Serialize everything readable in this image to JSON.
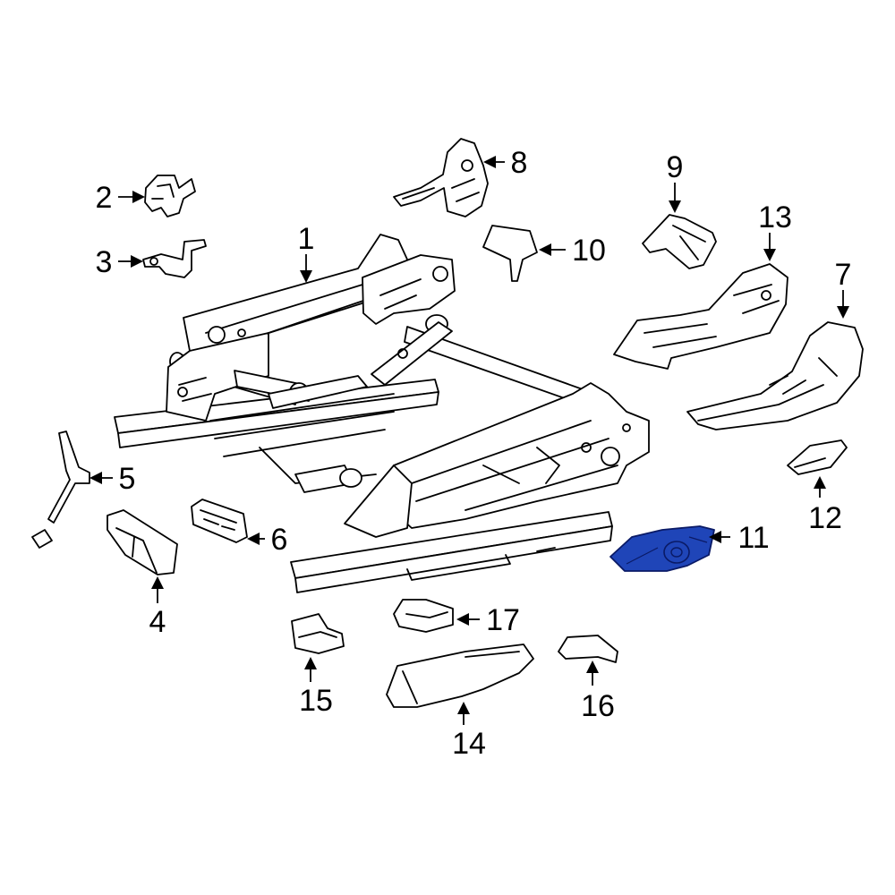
{
  "colors": {
    "line": "#000000",
    "background": "#ffffff",
    "highlight_fill": "#1f45b8",
    "highlight_edge": "#0a1a66"
  },
  "highlighted_part": "11",
  "callouts": [
    {
      "id": "c1",
      "label": "1"
    },
    {
      "id": "c2",
      "label": "2"
    },
    {
      "id": "c3",
      "label": "3"
    },
    {
      "id": "c4",
      "label": "4"
    },
    {
      "id": "c5",
      "label": "5"
    },
    {
      "id": "c6",
      "label": "6"
    },
    {
      "id": "c7",
      "label": "7"
    },
    {
      "id": "c8",
      "label": "8"
    },
    {
      "id": "c9",
      "label": "9"
    },
    {
      "id": "c10",
      "label": "10"
    },
    {
      "id": "c11",
      "label": "11"
    },
    {
      "id": "c12",
      "label": "12"
    },
    {
      "id": "c13",
      "label": "13"
    },
    {
      "id": "c14",
      "label": "14"
    },
    {
      "id": "c15",
      "label": "15"
    },
    {
      "id": "c16",
      "label": "16"
    },
    {
      "id": "c17",
      "label": "17"
    }
  ]
}
